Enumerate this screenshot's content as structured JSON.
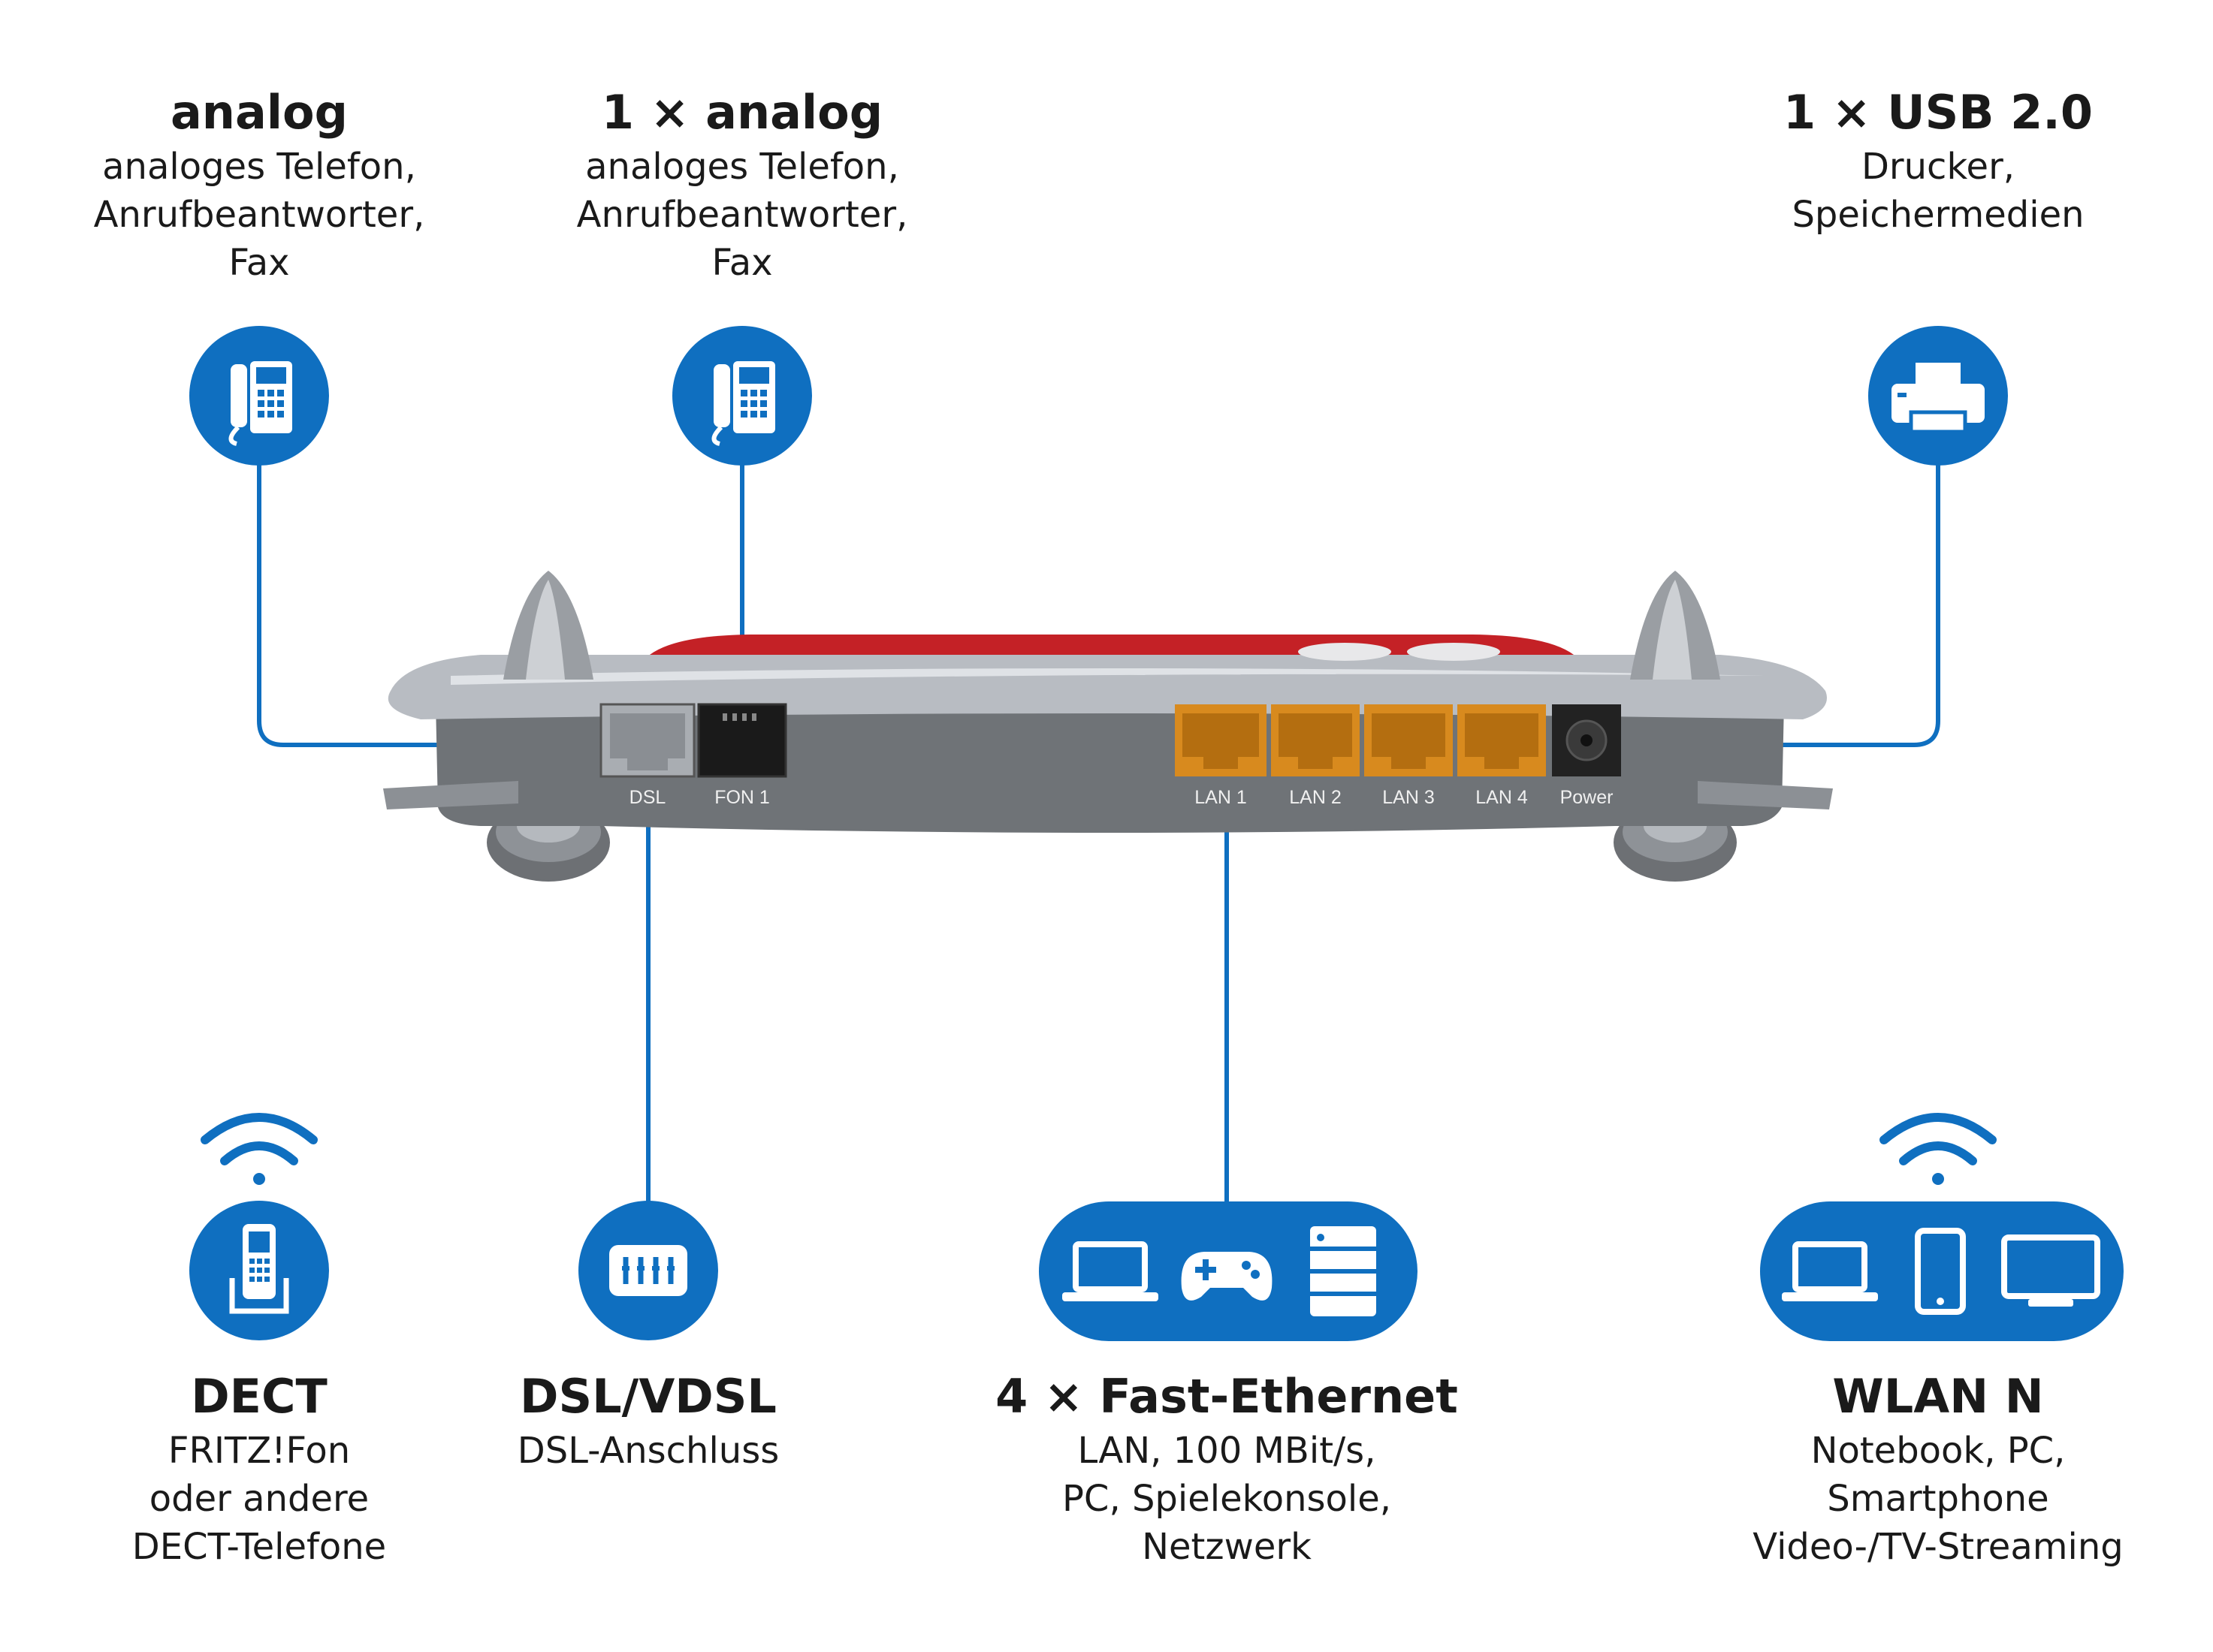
{
  "colors": {
    "accent_blue": "#0f6fc0",
    "lan_port": "#d88a1e",
    "router_red": "#c42126",
    "router_silver": "#b8bcc2",
    "router_back": "#6f7377",
    "background": "#ffffff"
  },
  "top_left": {
    "heading": "analog",
    "description": "analoges Telefon,\nAnrufbeantworter,\nFax",
    "icon": "desk-phone-icon"
  },
  "top_middle": {
    "heading": "1 × analog",
    "description": "analoges Telefon,\nAnrufbeantworter,\nFax",
    "icon": "desk-phone-icon"
  },
  "top_right": {
    "heading": "1 × USB 2.0",
    "description": "Drucker,\nSpeichermedien",
    "icon": "printer-icon"
  },
  "router": {
    "ports": {
      "dsl": "DSL",
      "fon1": "FON 1",
      "lan1": "LAN 1",
      "lan2": "LAN 2",
      "lan3": "LAN 3",
      "lan4": "LAN 4",
      "power": "Power"
    }
  },
  "bottom_dect": {
    "heading": "DECT",
    "description": "FRITZ!Fon\noder andere\nDECT-Telefone",
    "icons": [
      "wifi-icon",
      "cordless-phone-icon"
    ]
  },
  "bottom_dsl": {
    "heading": "DSL/VDSL",
    "description": "DSL-Anschluss",
    "icon": "dsl-splitter-icon"
  },
  "bottom_ethernet": {
    "heading": "4 × Fast-Ethernet",
    "description": "LAN, 100 MBit/s,\nPC, Spielekonsole,\nNetzwerk",
    "icons": [
      "laptop-icon",
      "gamepad-icon",
      "server-icon"
    ]
  },
  "bottom_wlan": {
    "heading": "WLAN N",
    "description": "Notebook, PC,\nSmartphone\nVideo-/TV-Streaming",
    "icons": [
      "wifi-icon",
      "laptop-icon",
      "smartphone-icon",
      "monitor-icon"
    ]
  }
}
